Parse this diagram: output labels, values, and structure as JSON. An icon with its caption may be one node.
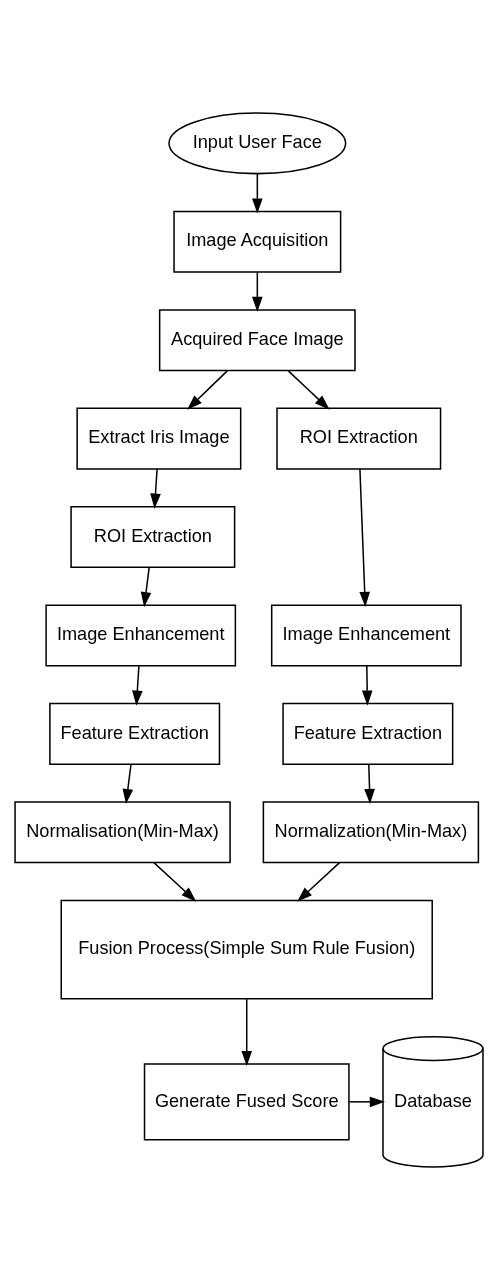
{
  "diagram": {
    "nodes": [
      {
        "text": [
          "Input User Face"
        ]
      },
      {
        "text": [
          "Image Acquisition"
        ]
      },
      {
        "text": [
          "Acquired Face Image"
        ]
      },
      {
        "text": [
          "Extract Iris Image"
        ]
      },
      {
        "text": [
          "ROI Extraction"
        ]
      },
      {
        "text": [
          "ROI Extraction"
        ]
      },
      {
        "text": [
          "Image Enhancement"
        ]
      },
      {
        "text": [
          "Image Enhancement"
        ]
      },
      {
        "text": [
          "Feature Extraction"
        ]
      },
      {
        "text": [
          "Feature Extraction"
        ]
      },
      {
        "text": [
          "Normalization(Min-Max)"
        ]
      },
      {
        "text": [
          "Normalisation(Min-Max)"
        ]
      },
      {
        "text": [
          "Fusion Process(Simple Sum Rule Fusion)"
        ]
      },
      {
        "text": [
          "Generate Fused Score"
        ]
      },
      {
        "text": [
          "Database"
        ]
      }
    ],
    "edges": [
      {
        "from": 0,
        "to": 1,
        "arrow": "to"
      },
      {
        "from": 1,
        "to": 2,
        "arrow": "to"
      },
      {
        "from": 2,
        "to": 4,
        "arrow": "to"
      },
      {
        "from": 2,
        "to": 3,
        "arrow": "to"
      },
      {
        "from": 3,
        "to": 5,
        "arrow": "to"
      },
      {
        "from": 4,
        "to": 6,
        "arrow": "to"
      },
      {
        "from": 5,
        "to": 7,
        "arrow": "to"
      },
      {
        "from": 6,
        "to": 8,
        "arrow": "to"
      },
      {
        "from": 7,
        "to": 9,
        "arrow": "to"
      },
      {
        "from": 8,
        "to": 10,
        "arrow": "to"
      },
      {
        "from": 9,
        "to": 11,
        "arrow": "to"
      },
      {
        "from": 10,
        "to": 12,
        "arrow": "to"
      },
      {
        "from": 11,
        "to": 12,
        "arrow": "to"
      },
      {
        "from": 12,
        "to": 13,
        "arrow": "to"
      },
      {
        "from": 13,
        "to": 14,
        "arrow": "to"
      }
    ]
  }
}
